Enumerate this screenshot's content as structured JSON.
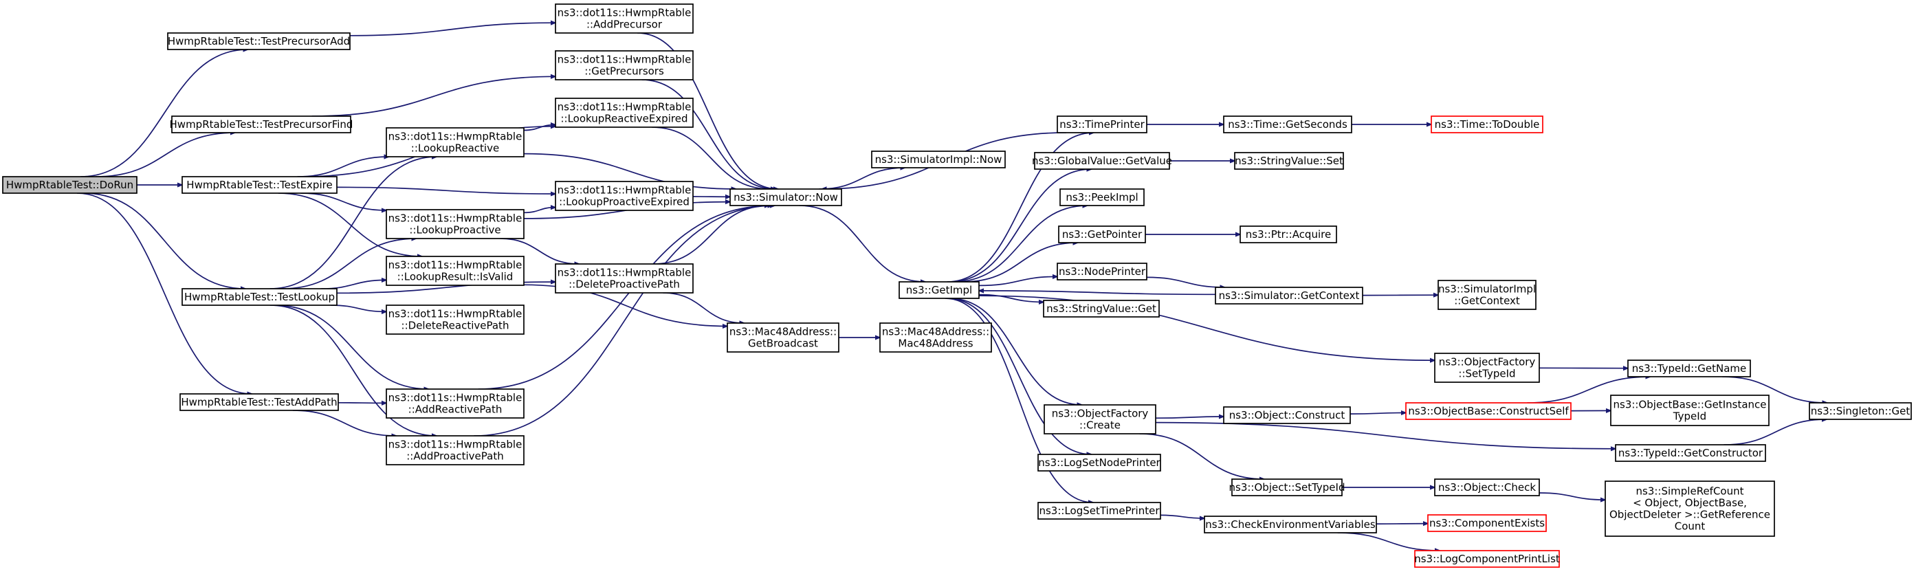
{
  "nodes": {
    "doRun": "HwmpRtableTest::DoRun",
    "testPrecursorAdd": "HwmpRtableTest::TestPrecursorAdd",
    "testPrecursorFind": "HwmpRtableTest::TestPrecursorFind",
    "testExpire": "HwmpRtableTest::TestExpire",
    "testLookup": "HwmpRtableTest::TestLookup",
    "testAddPath": "HwmpRtableTest::TestAddPath",
    "addPrecursor": [
      "ns3::dot11s::HwmpRtable",
      "::AddPrecursor"
    ],
    "getPrecursors": [
      "ns3::dot11s::HwmpRtable",
      "::GetPrecursors"
    ],
    "lookupReactiveExpired": [
      "ns3::dot11s::HwmpRtable",
      "::LookupReactiveExpired"
    ],
    "lookupReactive": [
      "ns3::dot11s::HwmpRtable",
      "::LookupReactive"
    ],
    "lookupProactiveExpired": [
      "ns3::dot11s::HwmpRtable",
      "::LookupProactiveExpired"
    ],
    "lookupProactive": [
      "ns3::dot11s::HwmpRtable",
      "::LookupProactive"
    ],
    "isValid": [
      "ns3::dot11s::HwmpRtable",
      "::LookupResult::IsValid"
    ],
    "deleteProactivePath": [
      "ns3::dot11s::HwmpRtable",
      "::DeleteProactivePath"
    ],
    "deleteReactivePath": [
      "ns3::dot11s::HwmpRtable",
      "::DeleteReactivePath"
    ],
    "addReactivePath": [
      "ns3::dot11s::HwmpRtable",
      "::AddReactivePath"
    ],
    "addProactivePath": [
      "ns3::dot11s::HwmpRtable",
      "::AddProactivePath"
    ],
    "simulatorNow": "ns3::Simulator::Now",
    "simImplNow": "ns3::SimulatorImpl::Now",
    "getBroadcast": [
      "ns3::Mac48Address::",
      "GetBroadcast"
    ],
    "mac48Address": [
      "ns3::Mac48Address::",
      "Mac48Address"
    ],
    "getImpl": "ns3::GetImpl",
    "timePrinter": "ns3::TimePrinter",
    "globalValueGetValue": "ns3::GlobalValue::GetValue",
    "peekImpl": "ns3::PeekImpl",
    "getPointer": "ns3::GetPointer",
    "nodePrinter": "ns3::NodePrinter",
    "stringValueGet": "ns3::StringValue::Get",
    "objectFactorySetTypeId": [
      "ns3::ObjectFactory",
      "::SetTypeId"
    ],
    "objectFactoryCreate": [
      "ns3::ObjectFactory",
      "::Create"
    ],
    "logSetNodePrinter": "ns3::LogSetNodePrinter",
    "logSetTimePrinter": "ns3::LogSetTimePrinter",
    "timeGetSeconds": "ns3::Time::GetSeconds",
    "stringValueSet": "ns3::StringValue::Set",
    "ptrAcquire": "ns3::Ptr::Acquire",
    "simulatorGetContext": "ns3::Simulator::GetContext",
    "objectConstruct": "ns3::Object::Construct",
    "objectSetTypeId": "ns3::Object::SetTypeId",
    "checkEnvVars": "ns3::CheckEnvironmentVariables",
    "timeToDouble": "ns3::Time::ToDouble",
    "simImplGetContext": [
      "ns3::SimulatorImpl",
      "::GetContext"
    ],
    "typeIdGetName": "ns3::TypeId::GetName",
    "constructSelf": "ns3::ObjectBase::ConstructSelf",
    "getInstanceTypeId": [
      "ns3::ObjectBase::GetInstance",
      "TypeId"
    ],
    "typeIdGetConstructor": "ns3::TypeId::GetConstructor",
    "objectCheck": "ns3::Object::Check",
    "componentExists": "ns3::ComponentExists",
    "logComponentPrintList": "ns3::LogComponentPrintList",
    "singletonGet": "ns3::Singleton::Get",
    "simpleRefCount": [
      "ns3::SimpleRefCount",
      "< Object, ObjectBase,",
      " ObjectDeleter >::GetReference",
      "Count"
    ]
  },
  "colors": {
    "edge": "#191970",
    "root_fill": "#bfbfbf",
    "highlight_border": "#ff0000"
  }
}
